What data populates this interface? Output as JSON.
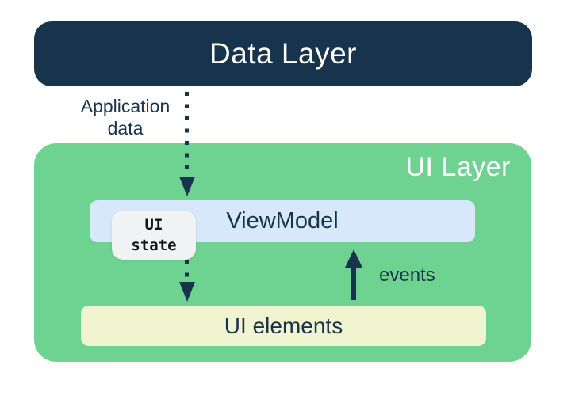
{
  "diagram": {
    "data_layer": {
      "label": "Data Layer"
    },
    "application_data": {
      "line1": "Application",
      "line2": "data"
    },
    "ui_layer": {
      "label": "UI Layer"
    },
    "viewmodel": {
      "label": "ViewModel"
    },
    "ui_state": {
      "line1": "UI",
      "line2": "state"
    },
    "events": {
      "label": "events"
    },
    "ui_elements": {
      "label": "UI elements"
    }
  },
  "colors": {
    "navy": "#17344C",
    "green": "#6ED391",
    "blue": "#D7E8FA",
    "yellow": "#F0F4D0",
    "gray": "#F1F2F4"
  }
}
